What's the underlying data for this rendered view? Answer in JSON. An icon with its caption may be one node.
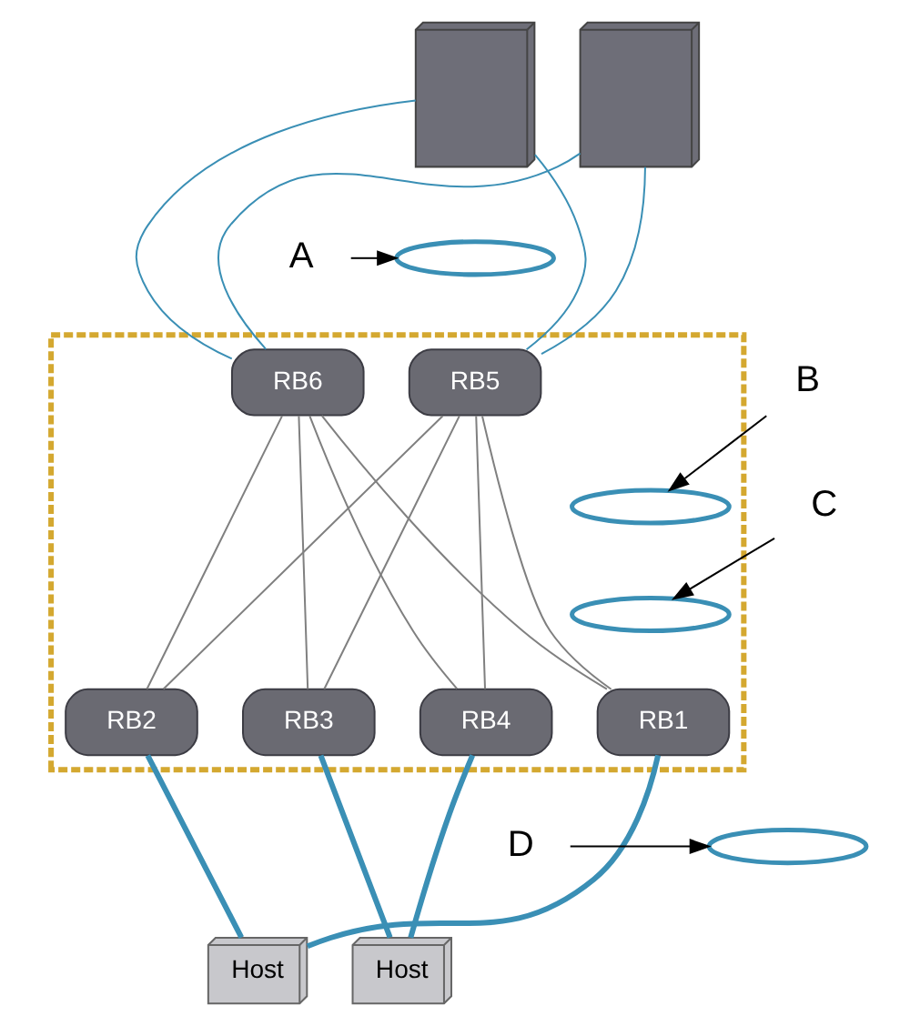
{
  "diagram": {
    "nodes": [
      {
        "text": [],
        "shape": "picture"
      },
      {
        "text": [],
        "shape": "picture"
      },
      {
        "text": [
          "A"
        ]
      },
      {
        "text": [],
        "shape": "ellipse"
      },
      {
        "text": [],
        "shape": "ellipse"
      },
      {
        "text": [
          "RB5"
        ],
        "in": 4
      },
      {
        "text": [
          "RB6"
        ],
        "in": 4
      },
      {
        "text": [
          "B"
        ]
      },
      {
        "text": [],
        "shape": "ellipse",
        "in": 4
      },
      {
        "text": [
          "C"
        ]
      },
      {
        "text": [],
        "shape": "ellipse",
        "in": 4
      },
      {
        "text": [
          "RB1"
        ],
        "in": 4
      },
      {
        "text": [
          "RB2"
        ],
        "in": 4
      },
      {
        "text": [
          "RB3"
        ],
        "in": 4
      },
      {
        "text": [
          "RB4"
        ],
        "in": 4
      },
      {
        "text": [
          "D"
        ]
      },
      {
        "text": [],
        "shape": "ellipse"
      },
      {
        "text": [
          "Host"
        ]
      },
      {
        "text": [
          "Host"
        ]
      }
    ],
    "edges": [
      {
        "from": 0,
        "to": 5,
        "arrow": "none",
        "color": "#3a8fb5"
      },
      {
        "from": 0,
        "to": 6,
        "arrow": "none",
        "color": "#3a8fb5"
      },
      {
        "from": 1,
        "to": 5,
        "arrow": "none",
        "color": "#3a8fb5"
      },
      {
        "from": 1,
        "to": 6,
        "arrow": "none",
        "color": "#3a8fb5"
      },
      {
        "from": 5,
        "to": 11,
        "arrow": "none",
        "color": "#808080"
      },
      {
        "from": 5,
        "to": 12,
        "arrow": "none",
        "color": "#808080"
      },
      {
        "from": 5,
        "to": 13,
        "arrow": "none",
        "color": "#808080"
      },
      {
        "from": 5,
        "to": 14,
        "arrow": "none",
        "color": "#808080"
      },
      {
        "from": 6,
        "to": 11,
        "arrow": "none",
        "color": "#808080"
      },
      {
        "from": 6,
        "to": 12,
        "arrow": "none",
        "color": "#808080"
      },
      {
        "from": 6,
        "to": 13,
        "arrow": "none",
        "color": "#808080"
      },
      {
        "from": 6,
        "to": 14,
        "arrow": "none",
        "color": "#808080"
      },
      {
        "from": 11,
        "to": 17,
        "arrow": "none",
        "style": "thick",
        "color": "#3a8fb5"
      },
      {
        "from": 12,
        "to": 17,
        "arrow": "none",
        "style": "thick",
        "color": "#3a8fb5"
      },
      {
        "from": 13,
        "to": 18,
        "arrow": "none",
        "style": "thick",
        "color": "#3a8fb5"
      },
      {
        "from": 14,
        "to": 18,
        "arrow": "none",
        "style": "thick",
        "color": "#3a8fb5"
      },
      {
        "from": 2,
        "to": 3,
        "arrow": "to",
        "color": "#000000"
      },
      {
        "from": 7,
        "to": 8,
        "arrow": "to",
        "color": "#000000"
      },
      {
        "from": 9,
        "to": 10,
        "arrow": "to",
        "color": "#000000"
      },
      {
        "from": 15,
        "to": 16,
        "arrow": "to",
        "color": "#000000"
      }
    ]
  }
}
